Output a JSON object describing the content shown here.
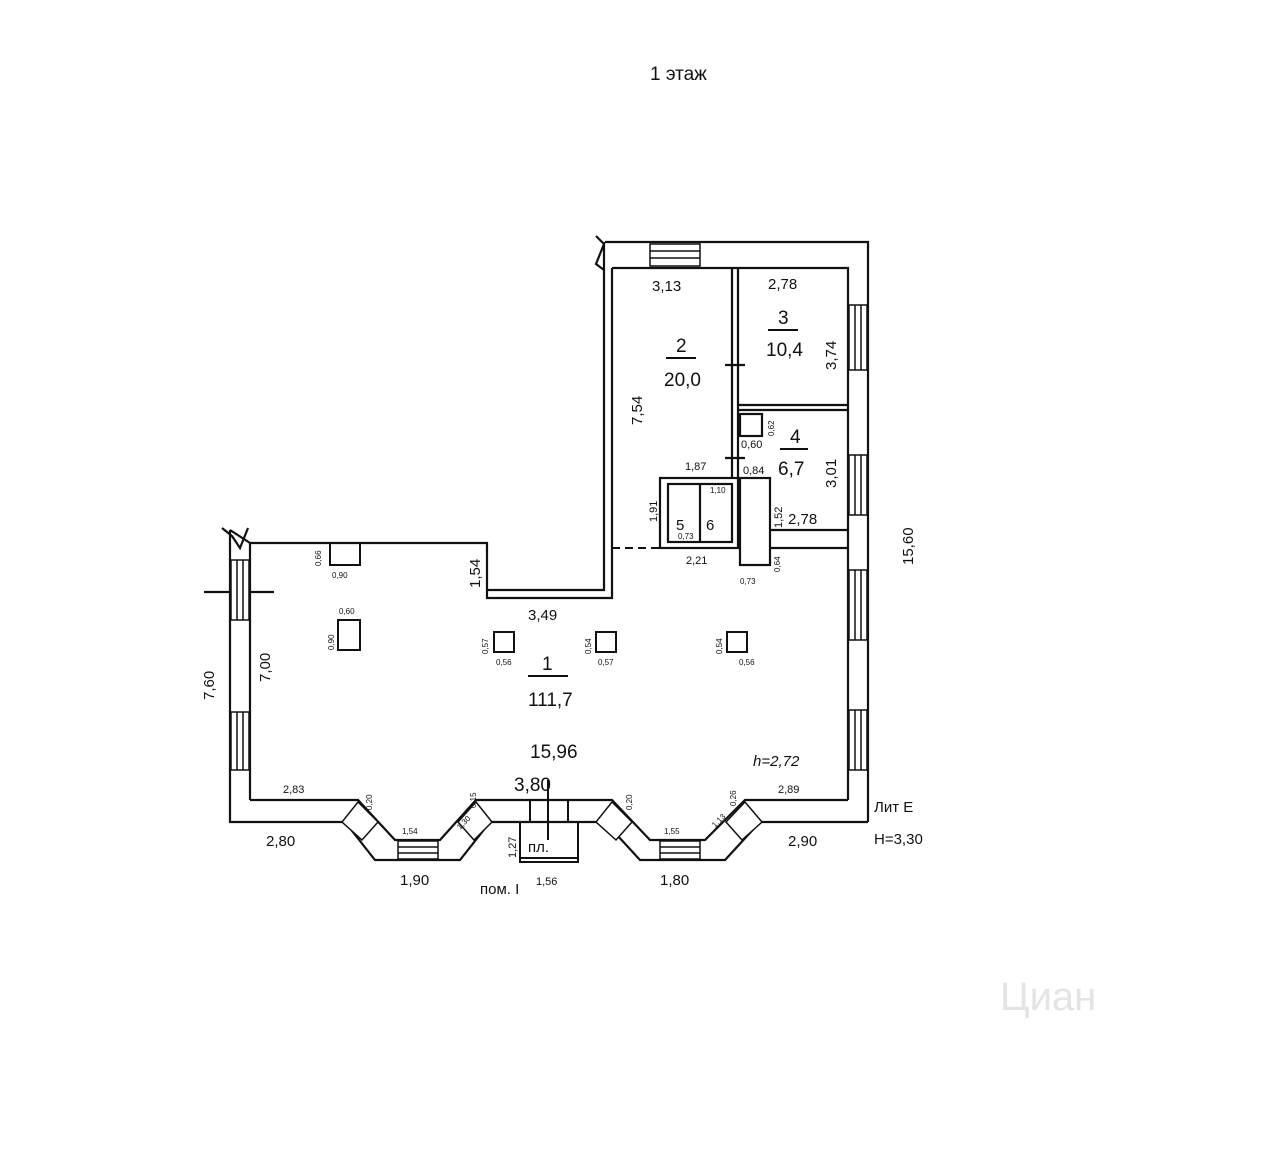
{
  "title": "1 этаж",
  "rooms": [
    {
      "number": "1",
      "area": "111,7"
    },
    {
      "number": "2",
      "area": "20,0"
    },
    {
      "number": "3",
      "area": "10,4"
    },
    {
      "number": "4",
      "area": "6,7"
    },
    {
      "number": "5"
    },
    {
      "number": "6"
    }
  ],
  "dimensions": {
    "d313": "3,13",
    "d278a": "2,78",
    "d374": "3,74",
    "d754": "7,54",
    "d062": "0,62",
    "d060": "0,60",
    "d084": "0,84",
    "d301": "3,01",
    "d187": "1,87",
    "d191": "1,91",
    "d152": "1,52",
    "d278b": "2,78",
    "d221": "2,21",
    "d064": "0,64",
    "d073": "0,73",
    "d1560": "15,60",
    "d154": "1,54",
    "d066": "0,66",
    "d090a": "0,90",
    "d349": "3,49",
    "d060b": "0,60",
    "d090b": "0,90",
    "d057a": "0,57",
    "d056a": "0,56",
    "d054a": "0,54",
    "d057b": "0,57",
    "d054b": "0,54",
    "d056b": "0,56",
    "d760": "7,60",
    "d700": "7,00",
    "d1596": "15,96",
    "d283": "2,83",
    "d020a": "0,20",
    "d154b": "1,54",
    "d130": "1,30",
    "d015": "0,15",
    "d380": "3,80",
    "d020b": "0,20",
    "d155": "1,55",
    "d113": "1,13",
    "d026": "0,26",
    "d289": "2,89",
    "d280": "2,80",
    "d190": "1,90",
    "d127": "1,27",
    "d156": "1,56",
    "d180": "1,80",
    "d290": "2,90",
    "d110": "1,10",
    "d073b": "0,73"
  },
  "height_inner": "h=2,72",
  "lit": "Лит Е",
  "height_outer": "H=3,30",
  "platform": "пл.",
  "premise": "пом. I",
  "watermark": "Циан"
}
